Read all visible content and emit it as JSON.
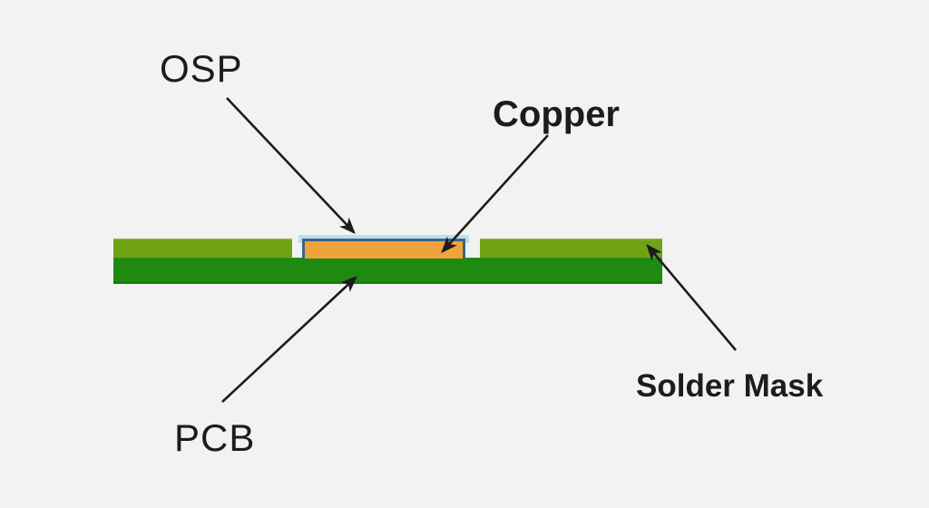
{
  "diagram": {
    "description": "PCB surface finish cross-section diagram",
    "labels": {
      "osp": "OSP",
      "copper": "Copper",
      "pcb": "PCB",
      "solder_mask": "Solder Mask"
    },
    "colors": {
      "background": "#f2f2f2",
      "pcb_green": "#1e8b10",
      "solder_mask_green": "#6fa315",
      "copper_orange": "#f0a33d",
      "osp_border_blue": "#3a6688",
      "osp_light_blue": "#bddee9",
      "arrow": "#1c1c1c"
    }
  }
}
